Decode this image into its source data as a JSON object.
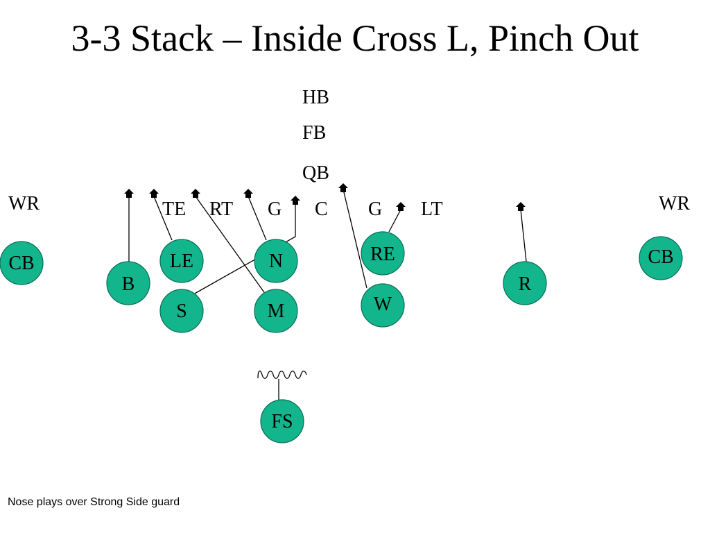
{
  "title": "3-3 Stack – Inside Cross L, Pinch Out",
  "note": "Nose plays over Strong Side guard",
  "colors": {
    "player_fill": "#13B58C",
    "player_stroke": "#0B6E55",
    "line": "#000000"
  },
  "offense": {
    "hb": "HB",
    "fb": "FB",
    "qb": "QB",
    "wr_left": "WR",
    "te": "TE",
    "rt": "RT",
    "g_left": "G",
    "c": "C",
    "g_right": "G",
    "lt": "LT",
    "wr_right": "WR"
  },
  "defense": {
    "cb_left": "CB",
    "b": "B",
    "le": "LE",
    "s": "S",
    "n": "N",
    "m": "M",
    "re": "RE",
    "w": "W",
    "r": "R",
    "cb_right": "CB",
    "fs": "FS"
  }
}
